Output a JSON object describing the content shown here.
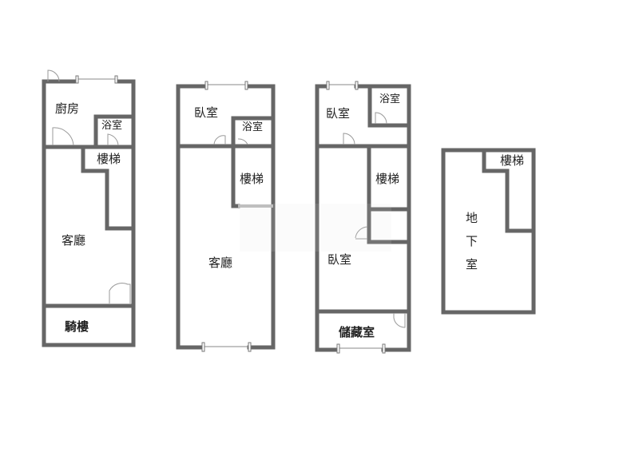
{
  "floorplan": {
    "colors": {
      "wall": "#666666",
      "background": "#ffffff",
      "text": "#222222"
    },
    "floors": [
      {
        "id": "floor-1",
        "rooms": {
          "kitchen": "廚房",
          "bathroom": "浴室",
          "stairs": "樓梯",
          "living": "客廳",
          "arcade": "騎樓"
        }
      },
      {
        "id": "floor-2",
        "rooms": {
          "bedroom": "臥室",
          "bathroom": "浴室",
          "stairs": "樓梯",
          "living": "客廳"
        }
      },
      {
        "id": "floor-3",
        "rooms": {
          "bedroom_top": "臥室",
          "bathroom": "浴室",
          "stairs": "樓梯",
          "bedroom_bottom": "臥室",
          "storage": "儲藏室"
        }
      },
      {
        "id": "basement",
        "rooms": {
          "stairs": "樓梯",
          "basement": "地下室"
        }
      }
    ]
  }
}
